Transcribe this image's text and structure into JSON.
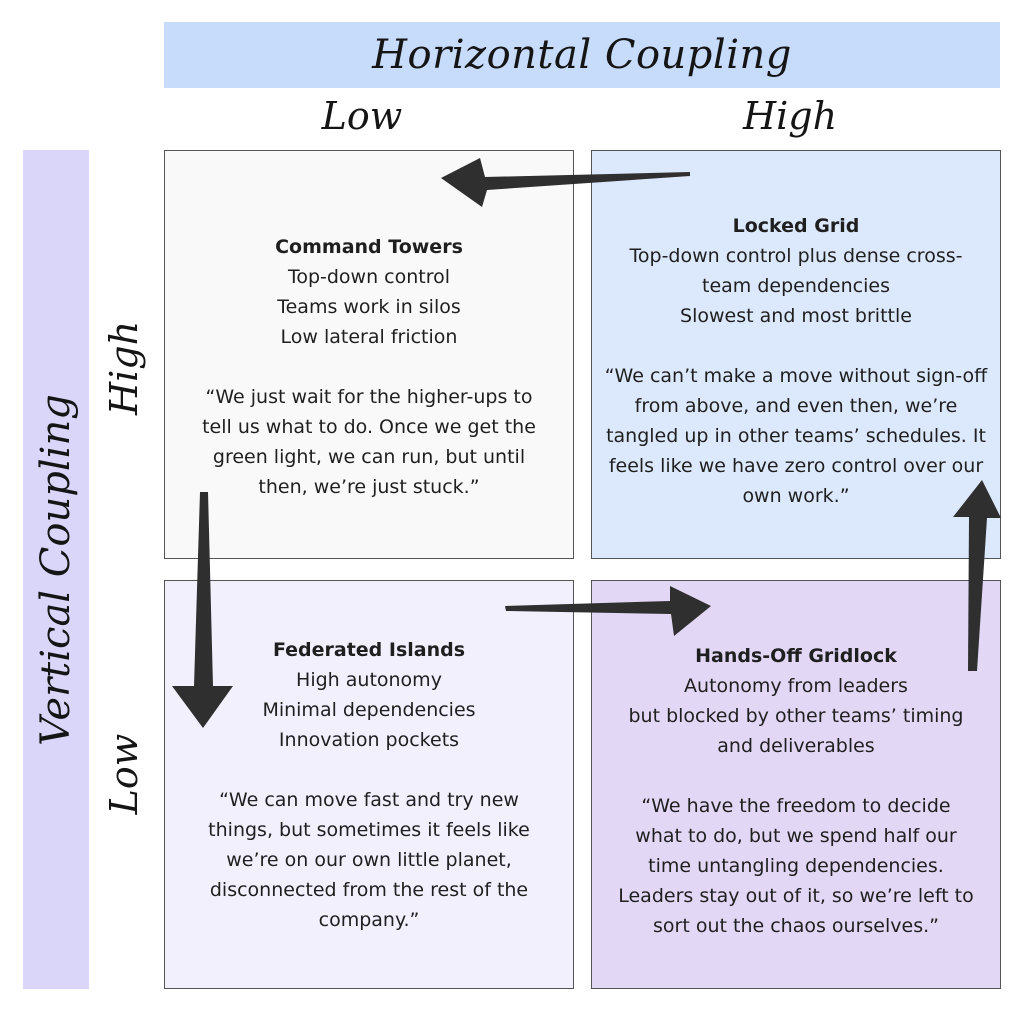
{
  "axes": {
    "horizontal": {
      "title": "Horizontal Coupling",
      "low": "Low",
      "high": "High"
    },
    "vertical": {
      "title": "Vertical Coupling",
      "high": "High",
      "low": "Low"
    }
  },
  "quadrants": {
    "top_left": {
      "title": "Command Towers",
      "lines": [
        "Top-down control",
        "Teams work in silos",
        "Low lateral friction"
      ],
      "quote": "“We just wait for the higher-ups to tell us what to do. Once we get the green light, we can run, but until then, we’re just stuck.”"
    },
    "top_right": {
      "title": "Locked Grid",
      "lines": [
        "Top-down control plus dense cross-team dependencies",
        "Slowest and most brittle"
      ],
      "quote": "“We can’t make a move without sign-off from above, and even then, we’re tangled up in other teams’ schedules. It feels like we have zero control over our own work.”"
    },
    "bottom_left": {
      "title": "Federated Islands",
      "lines": [
        "High autonomy",
        "Minimal dependencies",
        "Innovation pockets"
      ],
      "quote": "“We can move fast and try new things, but sometimes it feels like we’re on our own little planet, disconnected from the rest of the company.”"
    },
    "bottom_right": {
      "title": "Hands-Off Gridlock",
      "lines": [
        "Autonomy from leaders",
        "but blocked by other teams’ timing and deliverables"
      ],
      "quote": "“We have the freedom to decide what to do, but we spend half our time untangling dependencies. Leaders stay out of it, so we’re left to sort out the chaos ourselves.”"
    }
  },
  "colors": {
    "horizontal_banner": "#c7dbfb",
    "vertical_banner": "#dad6fa",
    "top_left": "#f9f9f9",
    "top_right": "#dce8fc",
    "bottom_left": "#f2f0fd",
    "bottom_right": "#e2d8f6",
    "arrow": "#2f2f2f"
  }
}
